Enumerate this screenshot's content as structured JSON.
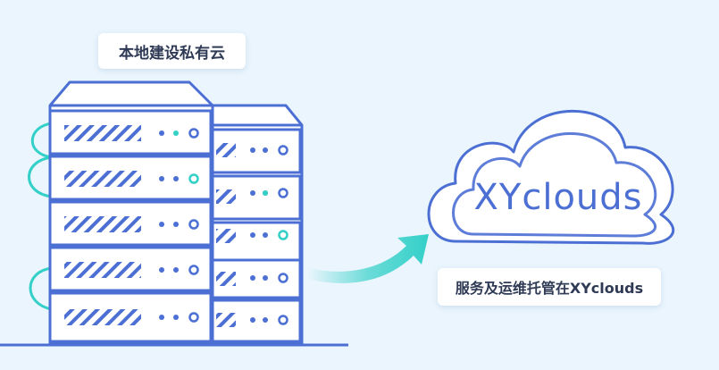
{
  "labels": {
    "local_private_cloud": "本地建设私有云",
    "managed_hosting": "服务及运维托管在XYclouds"
  },
  "cloud": {
    "brand_text": "XYclouds"
  },
  "colors": {
    "background": "#eaf5fd",
    "server_stroke": "#4c6fd4",
    "server_fill": "#ffffff",
    "accent_teal": "#33d0c8",
    "floor_line": "#4c6fd4"
  },
  "icons": {
    "arrow": "curved-arrow-icon",
    "cloud": "cloud-icon",
    "server": "server-rack-icon"
  }
}
